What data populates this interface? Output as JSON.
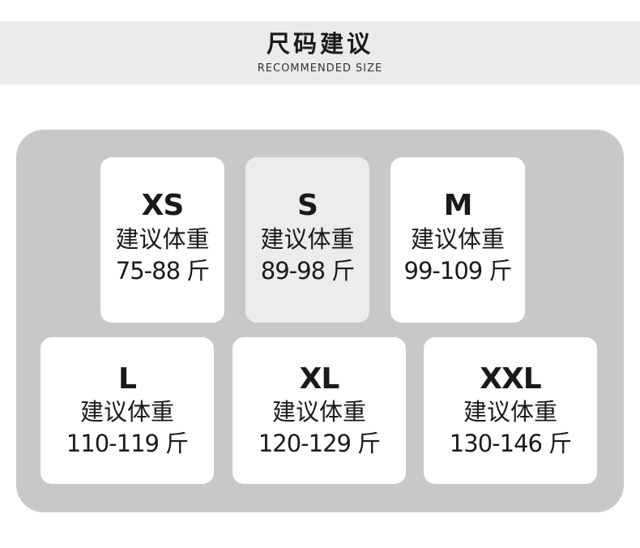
{
  "header": {
    "title": "尺码建议",
    "subtitle": "RECOMMENDED SIZE"
  },
  "sizes": [
    {
      "size": "XS",
      "label": "建议体重",
      "weight": "75-88 斤"
    },
    {
      "size": "S",
      "label": "建议体重",
      "weight": "89-98 斤"
    },
    {
      "size": "M",
      "label": "建议体重",
      "weight": "99-109 斤"
    },
    {
      "size": "L",
      "label": "建议体重",
      "weight": "110-119 斤"
    },
    {
      "size": "XL",
      "label": "建议体重",
      "weight": "120-129 斤"
    },
    {
      "size": "XXL",
      "label": "建议体重",
      "weight": "130-146 斤"
    }
  ],
  "colors": {
    "header_bg": "#ebebeb",
    "panel_bg": "#c8c8c8",
    "card_bg": "#ffffff",
    "highlight_card_bg": "#ececec",
    "text": "#1a1a1a"
  }
}
